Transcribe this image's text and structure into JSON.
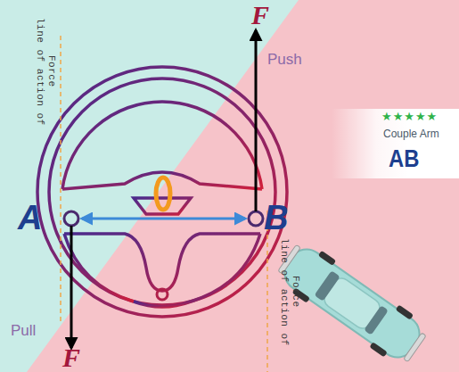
{
  "diagram": {
    "nodes": [
      {
        "text": [
          "★★★★★",
          "Couple Arm",
          "AB"
        ]
      }
    ],
    "labels": [
      "F",
      "Push",
      "line of action of Force",
      "A",
      "B",
      "line of action of Force",
      "Pull",
      "F"
    ]
  }
}
